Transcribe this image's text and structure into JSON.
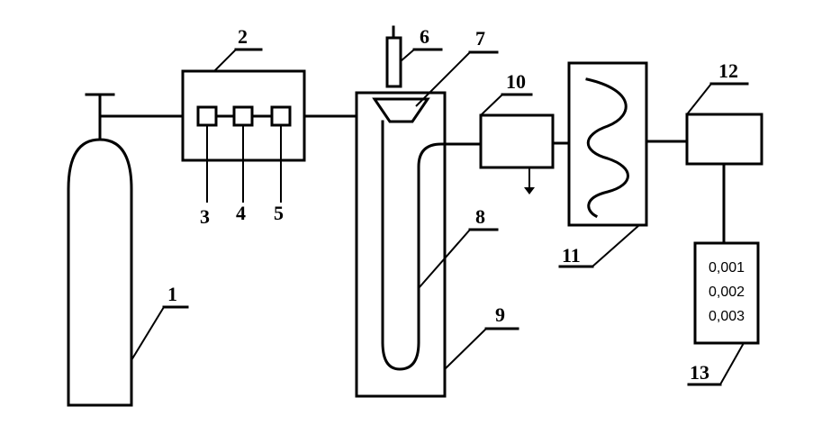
{
  "labels": {
    "l1": "1",
    "l2": "2",
    "l3": "3",
    "l4": "4",
    "l5": "5",
    "l6": "6",
    "l7": "7",
    "l8": "8",
    "l9": "9",
    "l10": "10",
    "l11": "11",
    "l12": "12",
    "l13": "13"
  },
  "display": {
    "readings": [
      "0,001",
      "0,002",
      "0,003"
    ]
  }
}
